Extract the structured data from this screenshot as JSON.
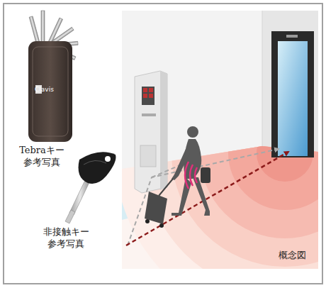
{
  "diagram": {
    "labels": [
      "Clavis",
      "Tebraキー 参考写真",
      "非接触キー 参考写真",
      "概念図"
    ]
  }
}
